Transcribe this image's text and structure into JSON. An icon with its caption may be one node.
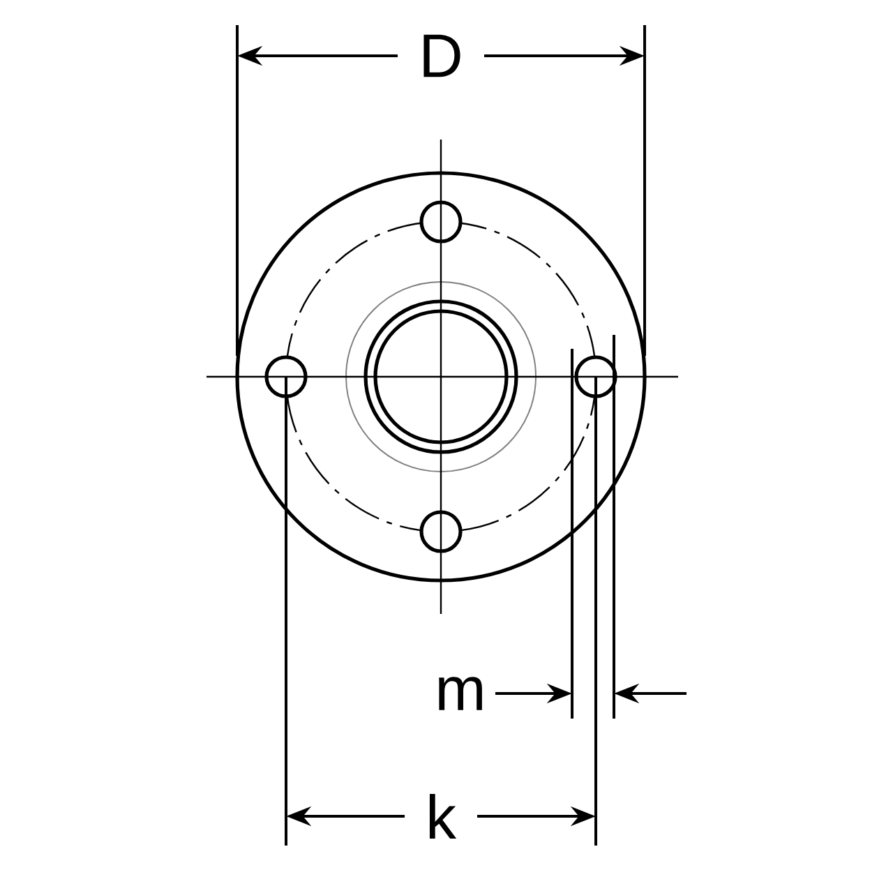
{
  "diagram": {
    "labels": [
      "D",
      "m",
      "k"
    ]
  }
}
